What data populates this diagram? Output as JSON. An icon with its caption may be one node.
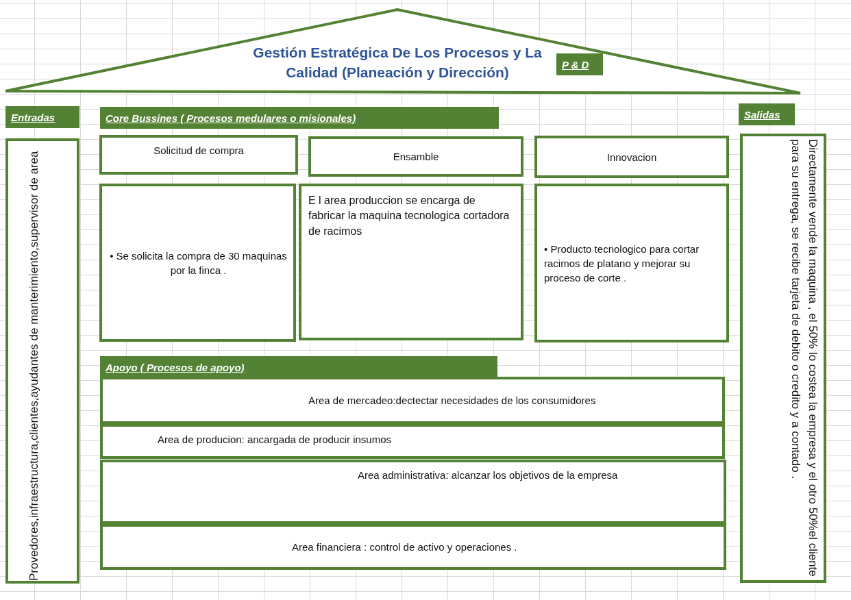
{
  "diagram": {
    "nodes": [
      {
        "text": [
          "Gestión Estratégica De Los Procesos y La Calidad (Planeación y Dirección)"
        ]
      },
      {
        "text": [
          "P & D"
        ],
        "in": 0
      },
      {
        "text": [
          "Entradas"
        ]
      },
      {
        "text": [
          "Provedores,infraestructura,clientes,ayudantes de manterimiento,supervisor de area"
        ]
      },
      {
        "text": [
          "Core Bussines ( Procesos medulares o misionales)"
        ]
      },
      {
        "text": [
          "Solicitud de compra"
        ]
      },
      {
        "text": [
          "Ensamble"
        ]
      },
      {
        "text": [
          "Innovacion"
        ]
      },
      {
        "text": [
          "• Se solicita la compra de 30 maquinas por la finca ."
        ]
      },
      {
        "text": [
          "E l area produccion se encarga de fabricar la maquina tecnologica cortadora de racimos"
        ]
      },
      {
        "text": [
          "• Producto tecnologico para cortar racimos de platano y mejorar su proceso de corte ."
        ]
      },
      {
        "text": [
          "Apoyo ( Procesos de apoyo)"
        ]
      },
      {
        "text": [
          "Area de mercadeo:dectectar necesidades de los consumidores"
        ]
      },
      {
        "text": [
          "Area de producion: ancargada de producir insumos"
        ]
      },
      {
        "text": [
          "Area administrativa: alcanzar los objetivos de la empresa"
        ]
      },
      {
        "text": [
          "Area financiera : control de activo y operaciones ."
        ]
      },
      {
        "text": [
          "Salidas"
        ]
      },
      {
        "text": [
          "Directamente vende la maquina , el 50% lo costea la empresa y el otro 50%el cliente para su entrega, se recibe tarjeta de debito o credito y a contado ."
        ]
      }
    ],
    "edges": []
  }
}
